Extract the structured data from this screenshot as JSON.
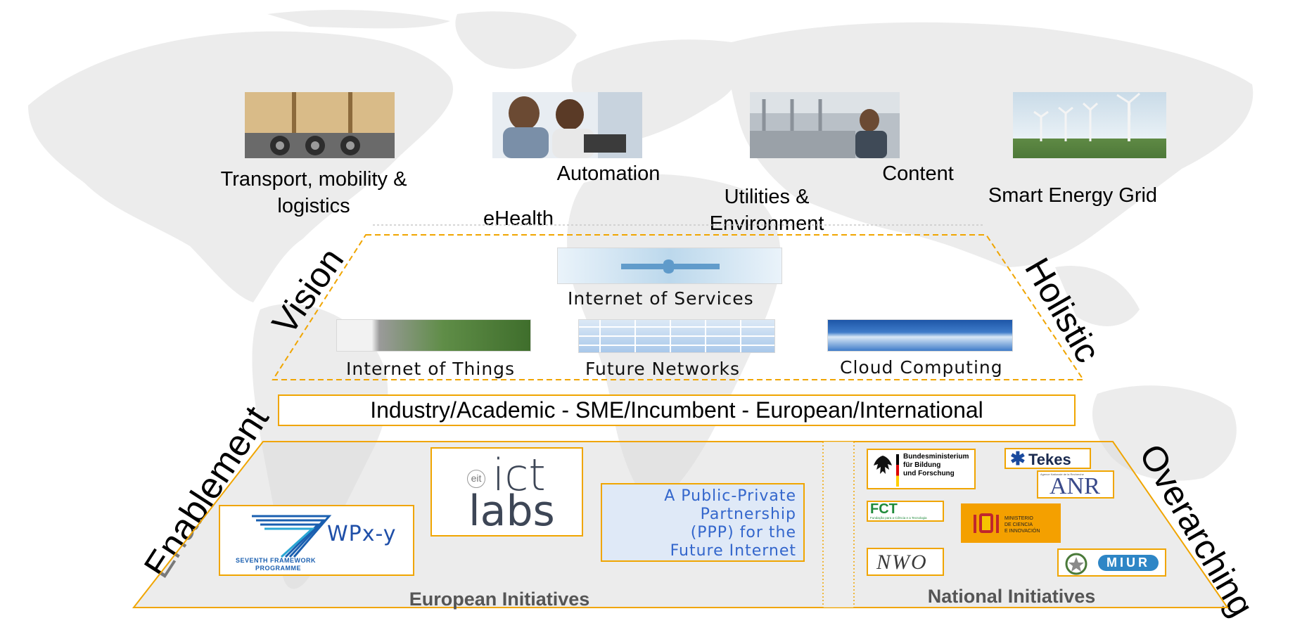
{
  "top_sectors": {
    "transport": "Transport, mobility & logistics",
    "automation": "Automation",
    "ehealth": "eHealth",
    "utilities": "Utilities & Environment",
    "content": "Content",
    "smart_grid": "Smart Energy Grid"
  },
  "vision_layer": {
    "internet_of_services": "Internet of Services",
    "internet_of_things": "Internet of Things",
    "future_networks": "Future Networks",
    "cloud_computing": "Cloud Computing"
  },
  "side_labels": {
    "vision": "Vision",
    "holistic": "Holistic",
    "enablement": "Enablement",
    "overarching": "Overarching"
  },
  "banner": "Industry/Academic - SME/Incumbent - European/International",
  "european": {
    "title": "European Initiatives",
    "fp7_wp": "WPx-y",
    "fp7_line1": "SEVENTH FRAMEWORK",
    "fp7_line2": "PROGRAMME",
    "eit": "eit",
    "ict": "ict",
    "labs": "labs",
    "ppp_line1": "A Public-Private",
    "ppp_line2": "Partnership",
    "ppp_line3": "(PPP) for the",
    "ppp_line4": "Future Internet"
  },
  "national": {
    "title": "National Initiatives",
    "bmbf_line1": "Bundesministerium",
    "bmbf_line2": "für Bildung",
    "bmbf_line3": "und Forschung",
    "tekes": "Tekes",
    "anr": "ANR",
    "anr_small": "Agence Nationale de la Recherche",
    "fct": "FCT",
    "fct_small": "Fundação para a Ciência e a Tecnologia",
    "micinn_line1": "MINISTERIO",
    "micinn_line2": "DE CIENCIA",
    "micinn_line3": "E INNOVACIÓN",
    "nwo": "NWO",
    "miur": "MIUR"
  },
  "colors": {
    "accent_orange": "#f0a500",
    "ppp_blue": "#3366cc",
    "tekes_blue": "#1a4a9e",
    "fct_green": "#1f8a3a",
    "spain_orange": "#f4a000"
  }
}
